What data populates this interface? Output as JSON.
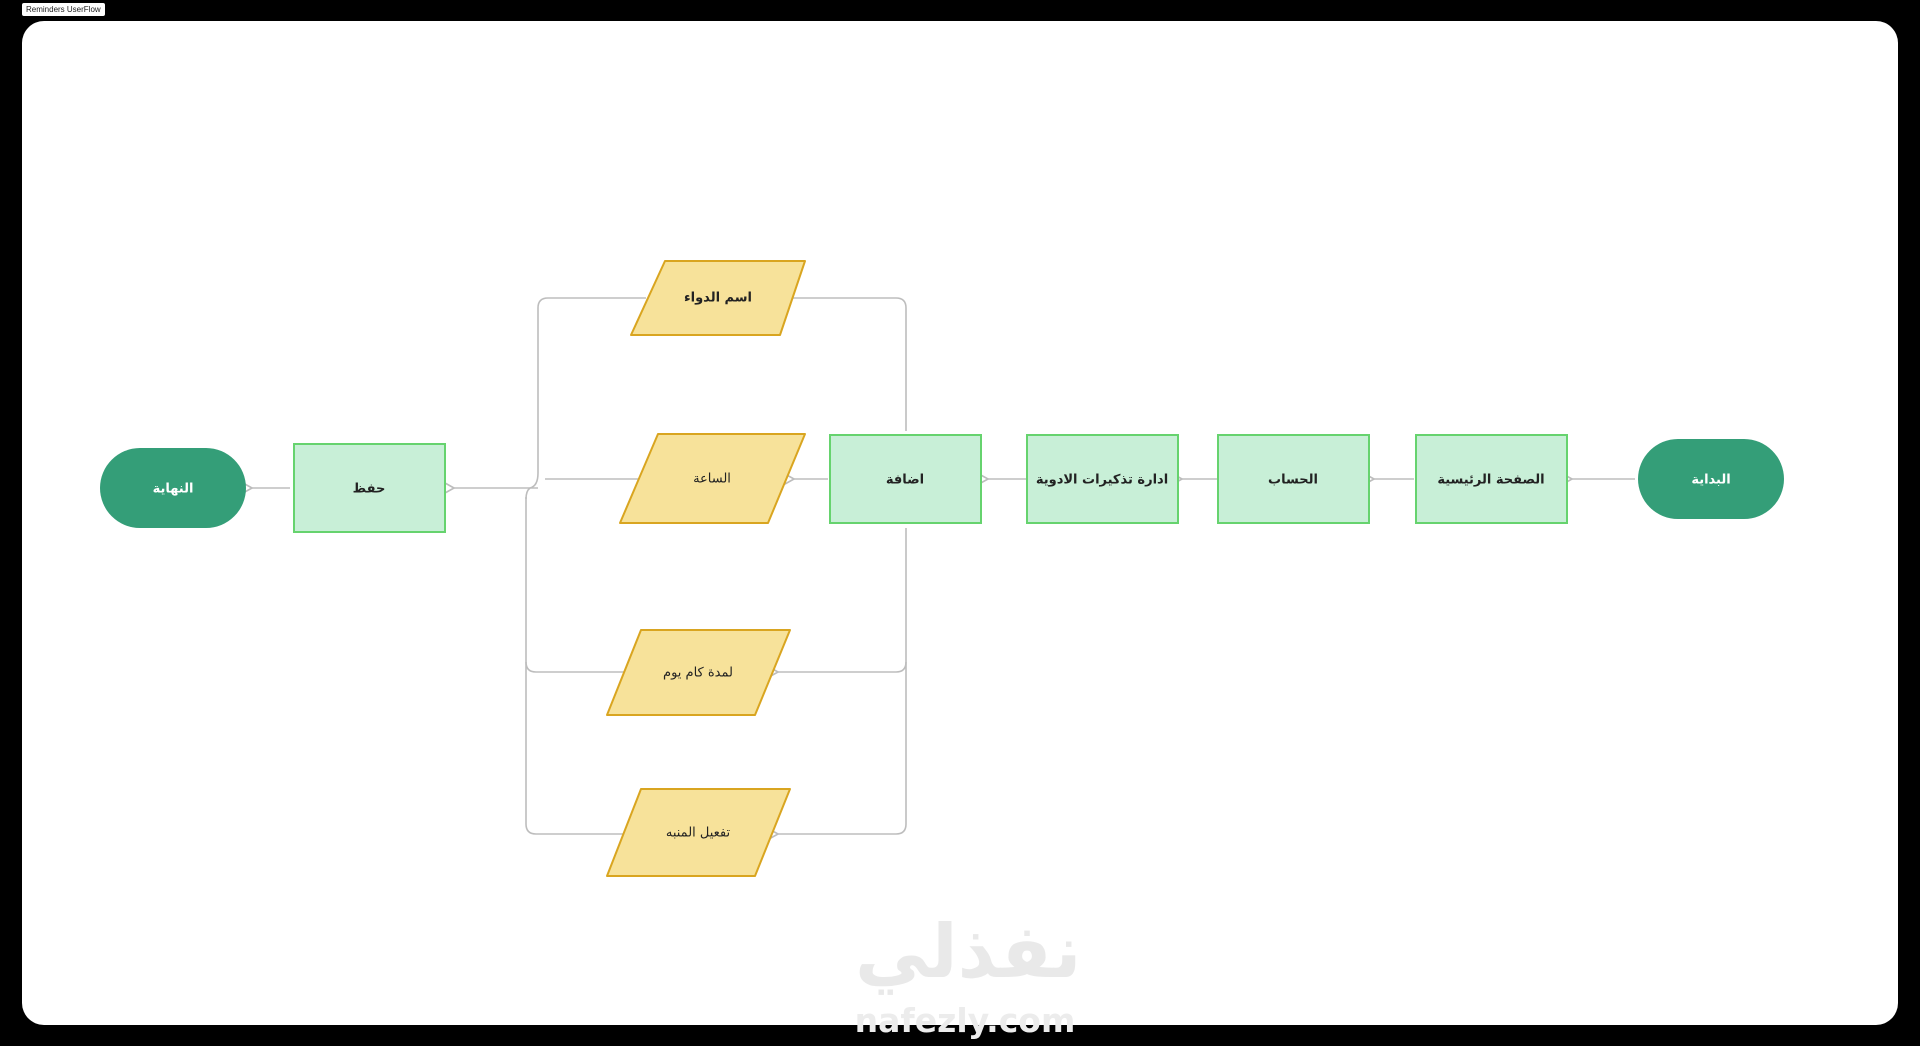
{
  "frame": {
    "label": "Reminders UserFlow"
  },
  "nodes": {
    "start": "البداية",
    "home": "الصفحة الرئيسية",
    "account": "الحساب",
    "manage_reminders": "ادارة تذكيرات الادوية",
    "add": "اضافة",
    "drug_name": "اسم الدواء",
    "time": "الساعة",
    "full_day": "لمدة كام يوم",
    "enable_alarm": "تفعيل المنبه",
    "save": "حفظ",
    "end": "النهاية"
  },
  "watermark": {
    "arabic": "نفذلي",
    "url": "nafezly.com"
  },
  "colors": {
    "terminal": "#349e78",
    "process_fill": "#c8efd7",
    "process_stroke": "#66d36e",
    "io_fill": "#f7e29a",
    "io_stroke": "#d9a520",
    "connector": "#bdbdbd"
  }
}
